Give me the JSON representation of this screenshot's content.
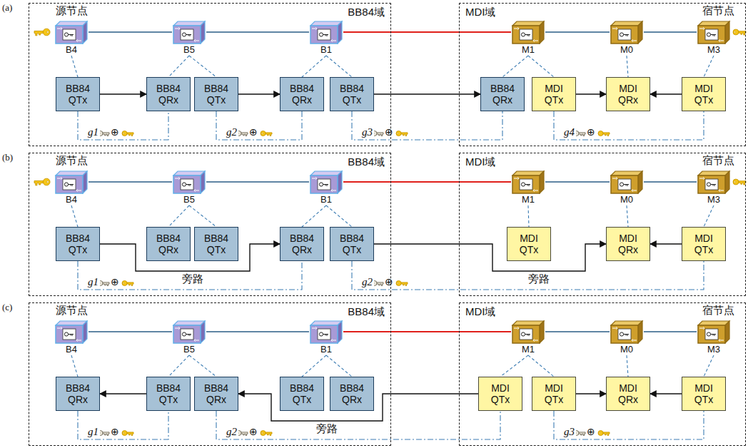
{
  "diagram": {
    "nodes": [
      {
        "text": [
          "BB84域"
        ]
      },
      {
        "text": [
          "B4"
        ],
        "in": 0
      },
      {
        "text": [
          "B5"
        ],
        "in": 0
      },
      {
        "text": [
          "B1"
        ],
        "in": 0
      },
      {
        "text": [
          "BB84 QTx"
        ],
        "in": 0
      },
      {
        "text": [
          "BB84 QRx"
        ],
        "in": 0
      },
      {
        "text": [
          "BB84 QTx"
        ],
        "in": 0
      },
      {
        "text": [
          "BB84 QRx"
        ],
        "in": 0
      },
      {
        "text": [
          "BB84 QTx"
        ],
        "in": 0
      },
      {
        "text": [
          "MDI域"
        ]
      },
      {
        "text": [
          "M1"
        ],
        "in": 9
      },
      {
        "text": [
          "M0"
        ],
        "in": 9
      },
      {
        "text": [
          "M3"
        ],
        "in": 9
      },
      {
        "text": [
          "BB84 QRx"
        ],
        "in": 9
      },
      {
        "text": [
          "MDI QTx"
        ],
        "in": 9
      },
      {
        "text": [
          "MDI QRx"
        ],
        "in": 9
      },
      {
        "text": [
          "MDI QTx"
        ],
        "in": 9
      },
      {
        "text": [
          "BB84域"
        ]
      },
      {
        "text": [
          "B4"
        ],
        "in": 17
      },
      {
        "text": [
          "B5"
        ],
        "in": 17
      },
      {
        "text": [
          "B1"
        ],
        "in": 17
      },
      {
        "text": [
          "BB84 QTx"
        ],
        "in": 17
      },
      {
        "text": [
          "BB84 QRx"
        ],
        "in": 17
      },
      {
        "text": [
          "BB84 QTx"
        ],
        "in": 17
      },
      {
        "text": [
          "BB84 QRx"
        ],
        "in": 17
      },
      {
        "text": [
          "BB84 QTx"
        ],
        "in": 17
      },
      {
        "text": [
          "MDI域"
        ]
      },
      {
        "text": [
          "M1"
        ],
        "in": 26
      },
      {
        "text": [
          "M0"
        ],
        "in": 26
      },
      {
        "text": [
          "M3"
        ],
        "in": 26
      },
      {
        "text": [
          "MDI QTx"
        ],
        "in": 26
      },
      {
        "text": [
          "MDI QRx"
        ],
        "in": 26
      },
      {
        "text": [
          "MDI QTx"
        ],
        "in": 26
      },
      {
        "text": [
          "BB84域"
        ]
      },
      {
        "text": [
          "B4"
        ],
        "in": 33
      },
      {
        "text": [
          "B5"
        ],
        "in": 33
      },
      {
        "text": [
          "B1"
        ],
        "in": 33
      },
      {
        "text": [
          "BB84 QRx"
        ],
        "in": 33
      },
      {
        "text": [
          "BB84 QTx"
        ],
        "in": 33
      },
      {
        "text": [
          "BB84 QRx"
        ],
        "in": 33
      },
      {
        "text": [
          "BB84 QTx"
        ],
        "in": 33
      },
      {
        "text": [
          "BB84 QRx"
        ],
        "in": 33
      },
      {
        "text": [
          "MDI域"
        ]
      },
      {
        "text": [
          "M1"
        ],
        "in": 42
      },
      {
        "text": [
          "M0"
        ],
        "in": 42
      },
      {
        "text": [
          "M3"
        ],
        "in": 42
      },
      {
        "text": [
          "MDI QTx"
        ],
        "in": 42
      },
      {
        "text": [
          "MDI QTx"
        ],
        "in": 42
      },
      {
        "text": [
          "MDI QRx"
        ],
        "in": 42
      },
      {
        "text": [
          "MDI QTx"
        ],
        "in": 42
      }
    ],
    "edges": [
      {
        "from": 1,
        "to": 2,
        "arrow": "none"
      },
      {
        "from": 2,
        "to": 3,
        "arrow": "none"
      },
      {
        "from": 3,
        "to": 10,
        "arrow": "none"
      },
      {
        "from": 10,
        "to": 11,
        "arrow": "none"
      },
      {
        "from": 11,
        "to": 12,
        "arrow": "none"
      },
      {
        "from": 1,
        "to": 4,
        "arrow": "none"
      },
      {
        "from": 2,
        "to": 5,
        "arrow": "none"
      },
      {
        "from": 2,
        "to": 6,
        "arrow": "none"
      },
      {
        "from": 3,
        "to": 7,
        "arrow": "none"
      },
      {
        "from": 3,
        "to": 8,
        "arrow": "none"
      },
      {
        "from": 10,
        "to": 13,
        "arrow": "none"
      },
      {
        "from": 10,
        "to": 14,
        "arrow": "none"
      },
      {
        "from": 11,
        "to": 15,
        "arrow": "none"
      },
      {
        "from": 12,
        "to": 16,
        "arrow": "none"
      },
      {
        "from": 4,
        "to": 5,
        "arrow": "to"
      },
      {
        "from": 6,
        "to": 7,
        "arrow": "to"
      },
      {
        "from": 8,
        "to": 13,
        "arrow": "to"
      },
      {
        "from": 14,
        "to": 15,
        "arrow": "to"
      },
      {
        "from": 16,
        "to": 15,
        "arrow": "to"
      },
      {
        "from": 4,
        "to": 5,
        "arrow": "none",
        "label": "g1"
      },
      {
        "from": 6,
        "to": 7,
        "arrow": "none",
        "label": "g2"
      },
      {
        "from": 8,
        "to": 13,
        "arrow": "none",
        "label": "g3"
      },
      {
        "from": 14,
        "to": 16,
        "arrow": "none",
        "label": "g4"
      },
      {
        "from": 18,
        "to": 19,
        "arrow": "none"
      },
      {
        "from": 19,
        "to": 20,
        "arrow": "none"
      },
      {
        "from": 20,
        "to": 27,
        "arrow": "none"
      },
      {
        "from": 27,
        "to": 28,
        "arrow": "none"
      },
      {
        "from": 28,
        "to": 29,
        "arrow": "none"
      },
      {
        "from": 18,
        "to": 21,
        "arrow": "none"
      },
      {
        "from": 19,
        "to": 22,
        "arrow": "none"
      },
      {
        "from": 19,
        "to": 23,
        "arrow": "none"
      },
      {
        "from": 20,
        "to": 24,
        "arrow": "none"
      },
      {
        "from": 20,
        "to": 25,
        "arrow": "none"
      },
      {
        "from": 27,
        "to": 30,
        "arrow": "none"
      },
      {
        "from": 28,
        "to": 31,
        "arrow": "none"
      },
      {
        "from": 29,
        "to": 32,
        "arrow": "none"
      },
      {
        "from": 21,
        "to": 24,
        "arrow": "to",
        "label": "旁路"
      },
      {
        "from": 25,
        "to": 31,
        "arrow": "to",
        "label": "旁路"
      },
      {
        "from": 32,
        "to": 31,
        "arrow": "to"
      },
      {
        "from": 21,
        "to": 24,
        "arrow": "none",
        "label": "g1"
      },
      {
        "from": 25,
        "to": 32,
        "arrow": "none",
        "label": "g2"
      },
      {
        "from": 34,
        "to": 35,
        "arrow": "none"
      },
      {
        "from": 35,
        "to": 36,
        "arrow": "none"
      },
      {
        "from": 36,
        "to": 43,
        "arrow": "none"
      },
      {
        "from": 43,
        "to": 44,
        "arrow": "none"
      },
      {
        "from": 44,
        "to": 45,
        "arrow": "none"
      },
      {
        "from": 34,
        "to": 37,
        "arrow": "none"
      },
      {
        "from": 35,
        "to": 38,
        "arrow": "none"
      },
      {
        "from": 35,
        "to": 39,
        "arrow": "none"
      },
      {
        "from": 36,
        "to": 40,
        "arrow": "none"
      },
      {
        "from": 36,
        "to": 41,
        "arrow": "none"
      },
      {
        "from": 43,
        "to": 46,
        "arrow": "none"
      },
      {
        "from": 43,
        "to": 47,
        "arrow": "none"
      },
      {
        "from": 44,
        "to": 48,
        "arrow": "none"
      },
      {
        "from": 45,
        "to": 49,
        "arrow": "none"
      },
      {
        "from": 38,
        "to": 37,
        "arrow": "to"
      },
      {
        "from": 46,
        "to": 39,
        "arrow": "to",
        "label": "旁路"
      },
      {
        "from": 47,
        "to": 48,
        "arrow": "to"
      },
      {
        "from": 49,
        "to": 48,
        "arrow": "to"
      },
      {
        "from": 37,
        "to": 38,
        "arrow": "none",
        "label": "g1"
      },
      {
        "from": 39,
        "to": 46,
        "arrow": "none",
        "label": "g2"
      },
      {
        "from": 47,
        "to": 49,
        "arrow": "none",
        "label": "g3"
      }
    ],
    "labels": [
      "(a)",
      "源节点",
      "宿节点",
      "⊕",
      "⊕",
      "⊕",
      "⊕",
      "(b)",
      "源节点",
      "宿节点",
      "⊕",
      "⊕",
      "(c)",
      "源节点",
      "宿节点",
      "⊕",
      "⊕",
      "⊕"
    ]
  }
}
